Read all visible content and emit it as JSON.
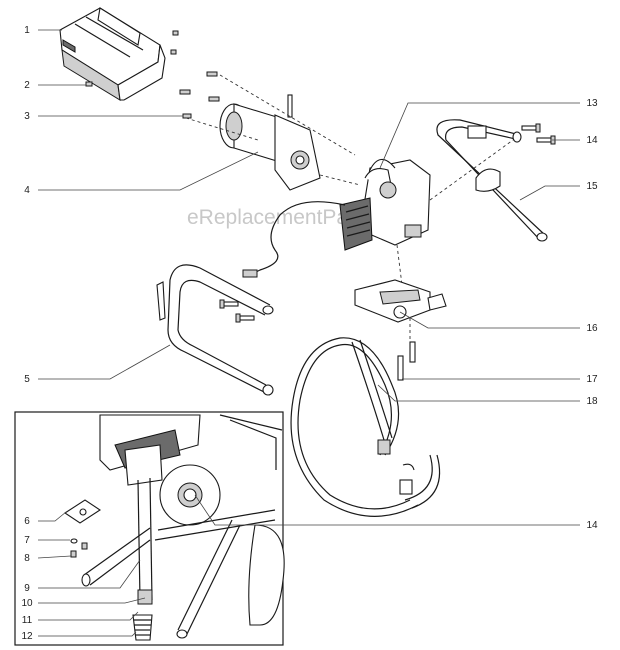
{
  "watermark": "eReplacementParts.com",
  "callouts_left": [
    "1",
    "2",
    "3",
    "4",
    "5"
  ],
  "callouts_right": [
    "13",
    "14",
    "15",
    "16",
    "17",
    "18"
  ],
  "inset_callouts_left": [
    "6",
    "7",
    "8",
    "9",
    "10",
    "11",
    "12"
  ],
  "inset_callout_right": "14"
}
